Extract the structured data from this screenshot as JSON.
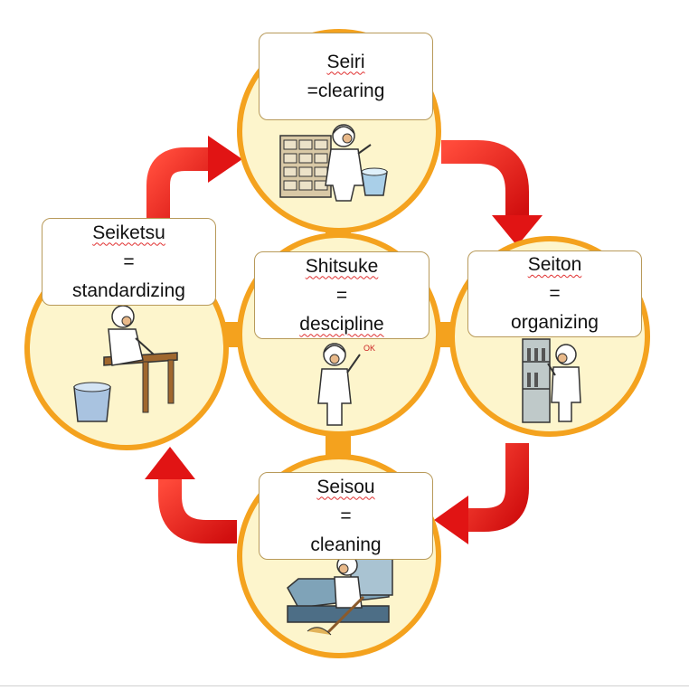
{
  "nodes": {
    "seiri": {
      "line1": "Seiri",
      "line2": "=clearing"
    },
    "seiton": {
      "line1": "Seiton",
      "sep": "=",
      "line2": "organizing"
    },
    "seisou": {
      "line1": "Seisou",
      "sep": "=",
      "line2": "cleaning"
    },
    "seiketsu": {
      "line1": "Seiketsu",
      "sep": "=",
      "line2": "standardizing"
    },
    "shitsuke": {
      "line1": "Shitsuke",
      "sep": "=",
      "line2": "descipline"
    }
  },
  "colors": {
    "circle_fill": "#fdf5cc",
    "circle_stroke": "#f4a21e",
    "connector": "#f4a21e",
    "arrow": "#ee1c1c",
    "arrow_dark": "#b80e0e",
    "box_border": "#b89a5a"
  },
  "icons": {
    "seiri": "worker-sorting-cabinet-icon",
    "seiton": "worker-organizing-shelf-icon",
    "seisou": "worker-cleaning-machine-icon",
    "seiketsu": "worker-wiping-table-icon",
    "shitsuke": "worker-saluting-icon"
  }
}
